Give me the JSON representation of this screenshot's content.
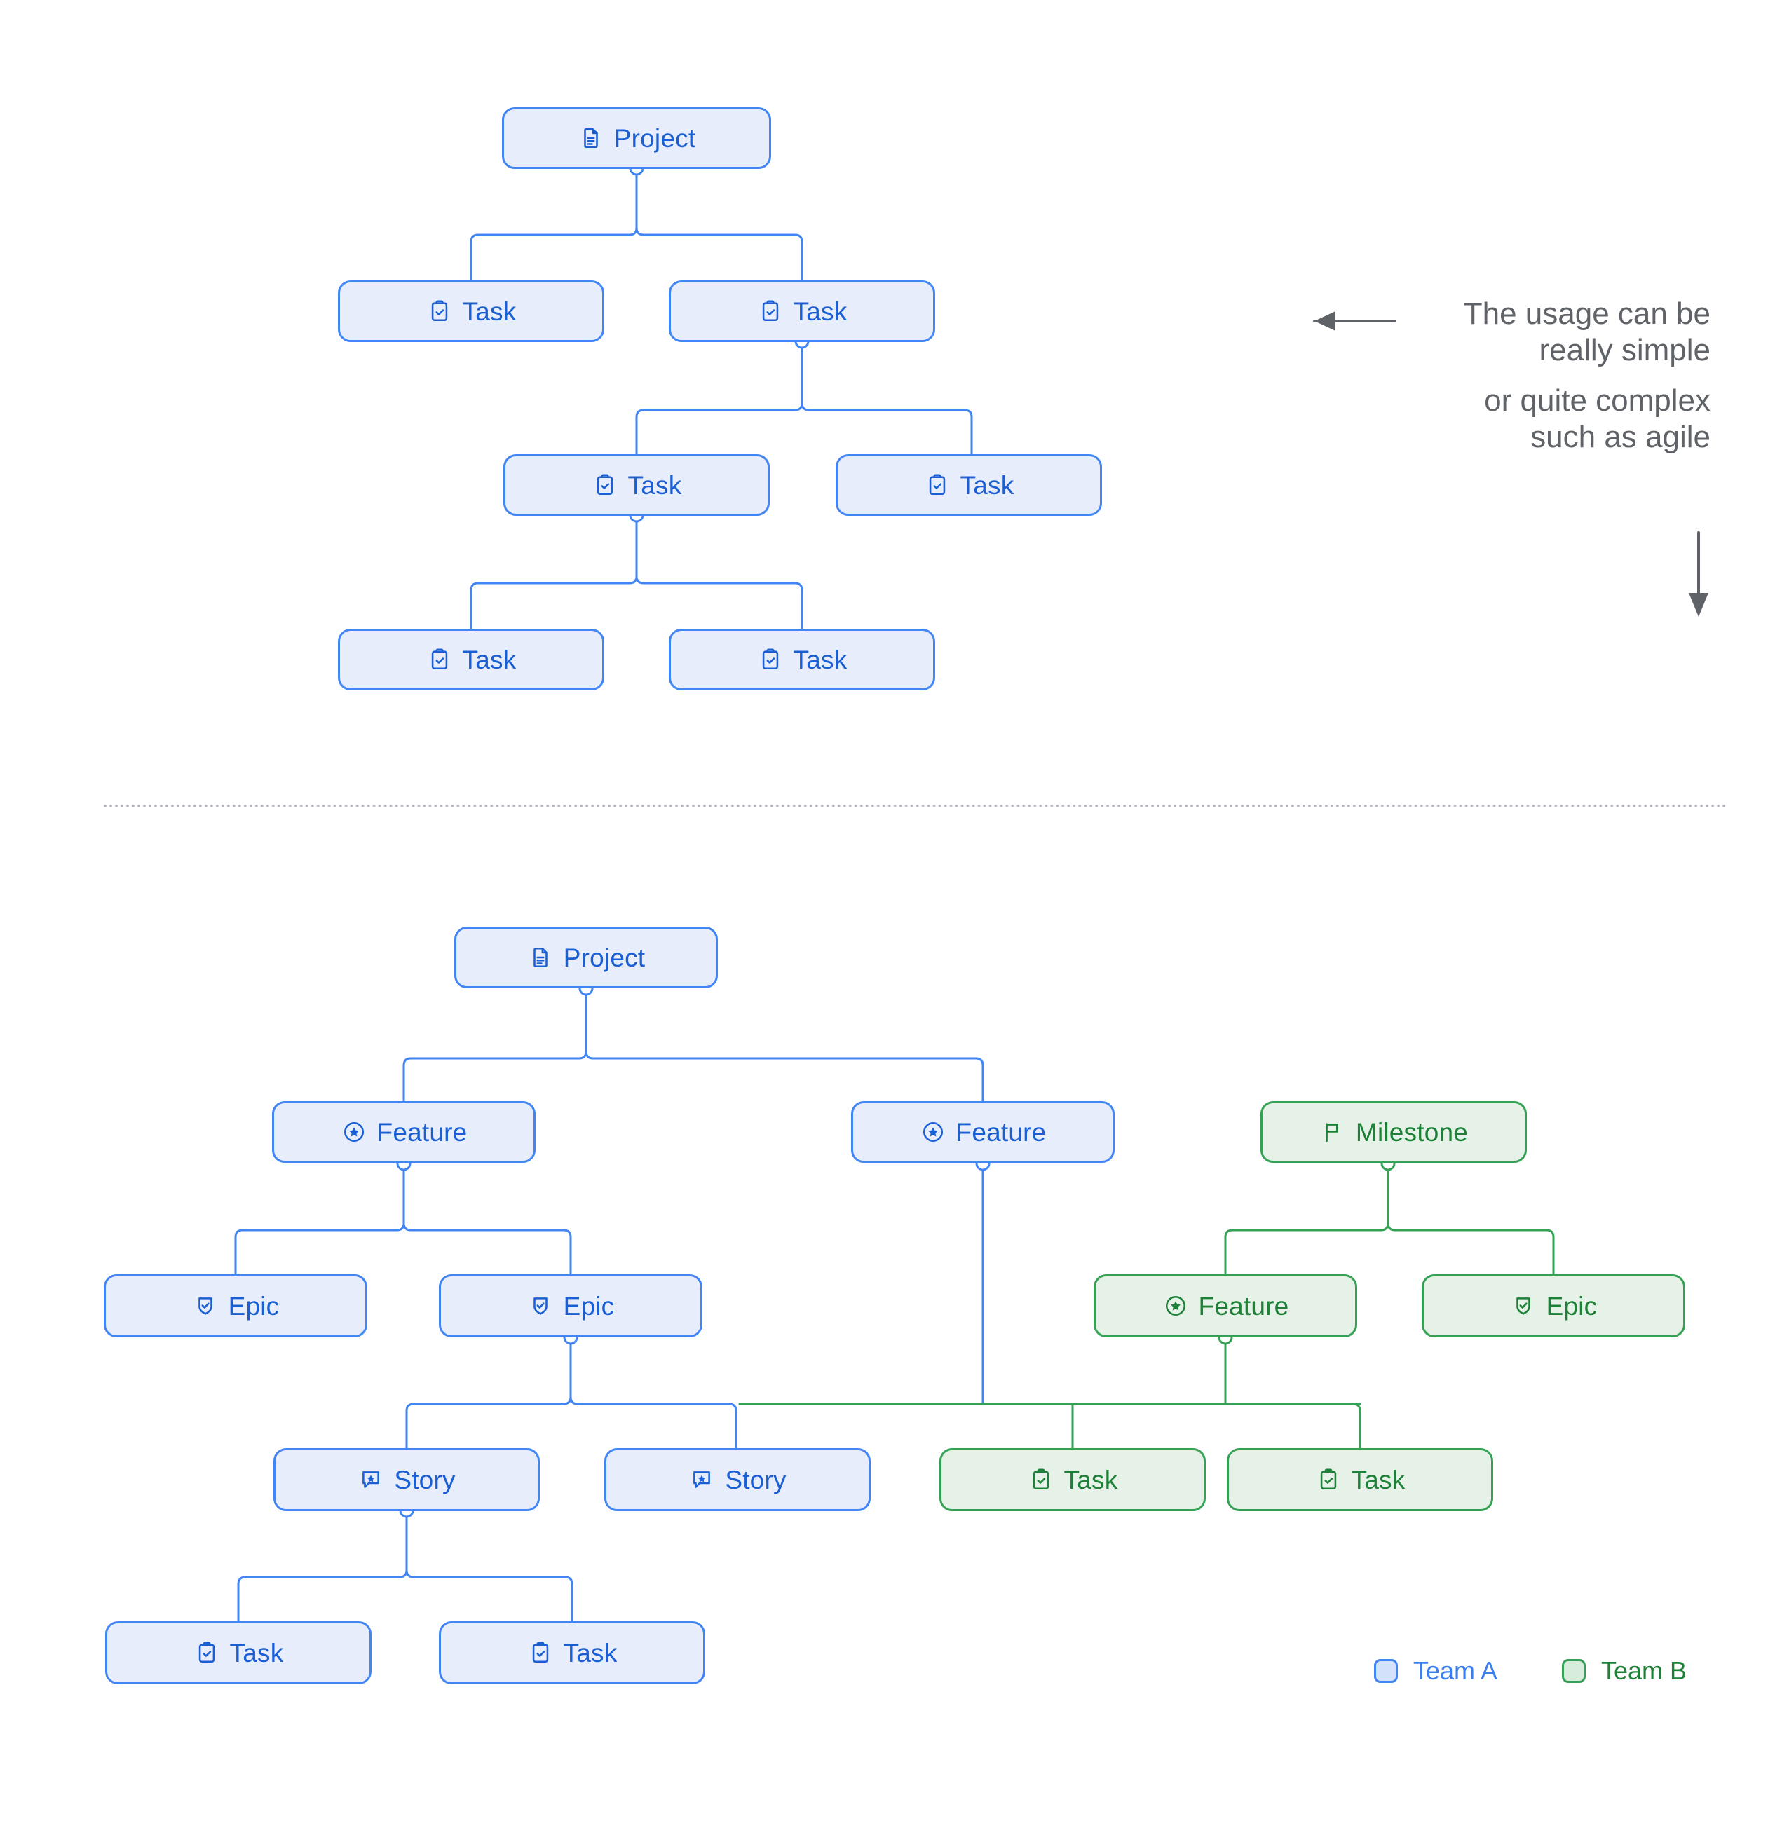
{
  "page": {
    "background": "#ffffff",
    "palette": {
      "blue_fill": "#e8edfb",
      "blue_stroke": "#4285f4",
      "blue_text": "#1a60d4",
      "green_fill": "#e6f2e8",
      "green_stroke": "#35a155",
      "green_text": "#1e8138",
      "annotation_text": "#5f6368",
      "divider": "#b9bcc4"
    }
  },
  "annotation": {
    "line1": "The usage can be",
    "line2": "really simple",
    "line3": "or quite complex",
    "line4": "such as agile",
    "left_arrow_icon": "arrow-left-icon",
    "down_arrow_icon": "arrow-down-icon"
  },
  "legend": {
    "team_a": "Team A",
    "team_b": "Team B"
  },
  "diagram_simple": {
    "nodes": [
      {
        "id": "s0",
        "label": "Project",
        "icon": "document-icon",
        "team": "blue"
      },
      {
        "id": "s1",
        "label": "Task",
        "icon": "clipboard-check-icon",
        "team": "blue"
      },
      {
        "id": "s2",
        "label": "Task",
        "icon": "clipboard-check-icon",
        "team": "blue"
      },
      {
        "id": "s3",
        "label": "Task",
        "icon": "clipboard-check-icon",
        "team": "blue"
      },
      {
        "id": "s4",
        "label": "Task",
        "icon": "clipboard-check-icon",
        "team": "blue"
      },
      {
        "id": "s5",
        "label": "Task",
        "icon": "clipboard-check-icon",
        "team": "blue"
      },
      {
        "id": "s6",
        "label": "Task",
        "icon": "clipboard-check-icon",
        "team": "blue"
      }
    ],
    "edges": [
      {
        "from": "s0",
        "to": "s1"
      },
      {
        "from": "s0",
        "to": "s2"
      },
      {
        "from": "s2",
        "to": "s3"
      },
      {
        "from": "s2",
        "to": "s4"
      },
      {
        "from": "s3",
        "to": "s5"
      },
      {
        "from": "s3",
        "to": "s6"
      }
    ]
  },
  "diagram_agile": {
    "nodes": [
      {
        "id": "a0",
        "label": "Project",
        "icon": "document-icon",
        "team": "blue"
      },
      {
        "id": "a1",
        "label": "Feature",
        "icon": "star-circle-icon",
        "team": "blue"
      },
      {
        "id": "a2",
        "label": "Feature",
        "icon": "star-circle-icon",
        "team": "blue"
      },
      {
        "id": "a3",
        "label": "Milestone",
        "icon": "flag-icon",
        "team": "green"
      },
      {
        "id": "a4",
        "label": "Epic",
        "icon": "shield-check-icon",
        "team": "blue"
      },
      {
        "id": "a5",
        "label": "Epic",
        "icon": "shield-check-icon",
        "team": "blue"
      },
      {
        "id": "a6",
        "label": "Feature",
        "icon": "star-circle-icon",
        "team": "green"
      },
      {
        "id": "a7",
        "label": "Epic",
        "icon": "shield-check-icon",
        "team": "green"
      },
      {
        "id": "a8",
        "label": "Story",
        "icon": "bubble-star-icon",
        "team": "blue"
      },
      {
        "id": "a9",
        "label": "Story",
        "icon": "bubble-star-icon",
        "team": "blue"
      },
      {
        "id": "a10",
        "label": "Task",
        "icon": "clipboard-check-icon",
        "team": "green"
      },
      {
        "id": "a11",
        "label": "Task",
        "icon": "clipboard-check-icon",
        "team": "green"
      },
      {
        "id": "a12",
        "label": "Task",
        "icon": "clipboard-check-icon",
        "team": "blue"
      },
      {
        "id": "a13",
        "label": "Task",
        "icon": "clipboard-check-icon",
        "team": "blue"
      }
    ],
    "edges": [
      {
        "from": "a0",
        "to": "a1",
        "team": "blue"
      },
      {
        "from": "a0",
        "to": "a2",
        "team": "blue"
      },
      {
        "from": "a1",
        "to": "a4",
        "team": "blue"
      },
      {
        "from": "a1",
        "to": "a5",
        "team": "blue"
      },
      {
        "from": "a3",
        "to": "a6",
        "team": "green"
      },
      {
        "from": "a3",
        "to": "a7",
        "team": "green"
      },
      {
        "from": "a5",
        "to": "a8",
        "team": "blue"
      },
      {
        "from": "a5",
        "to": "a9",
        "team": "blue"
      },
      {
        "from": "a2",
        "to": "a10",
        "team": "green"
      },
      {
        "from": "a6",
        "to": "a10",
        "team": "green"
      },
      {
        "from": "a6",
        "to": "a11",
        "team": "green"
      },
      {
        "from": "a8",
        "to": "a12",
        "team": "blue"
      },
      {
        "from": "a8",
        "to": "a13",
        "team": "blue"
      }
    ]
  }
}
